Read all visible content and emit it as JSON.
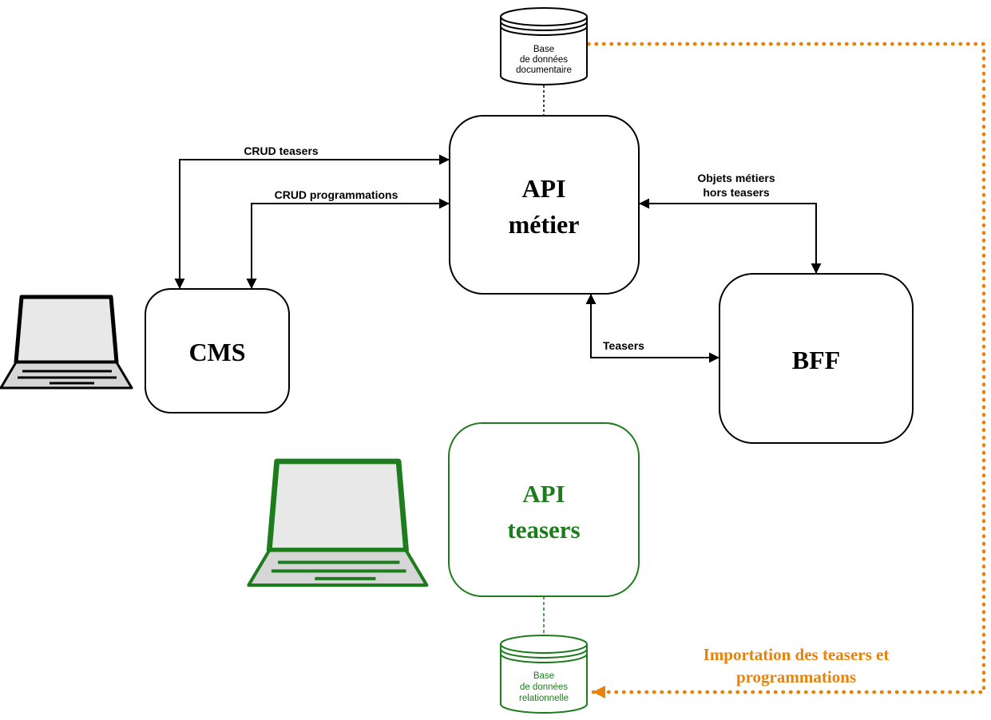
{
  "colors": {
    "outline": "#000000",
    "green": "#1d7d1d",
    "orange": "#e8820c"
  },
  "nodes": {
    "db_documentaire": {
      "lines": [
        "Base",
        "de données",
        "documentaire"
      ]
    },
    "api_metier": {
      "lines": [
        "API",
        "métier"
      ]
    },
    "cms": {
      "label": "CMS"
    },
    "bff": {
      "label": "BFF"
    },
    "api_teasers": {
      "lines": [
        "API",
        "teasers"
      ]
    },
    "db_relationnelle": {
      "lines": [
        "Base",
        "de données",
        "relationnelle"
      ]
    }
  },
  "edges": {
    "crud_teasers": {
      "label": "CRUD teasers"
    },
    "crud_programmations": {
      "label": "CRUD programmations"
    },
    "objets_metiers": {
      "lines": [
        "Objets métiers",
        "hors teasers"
      ]
    },
    "teasers": {
      "label": "Teasers"
    },
    "importation": {
      "lines": [
        "Importation des teasers et",
        "programmations"
      ]
    }
  }
}
